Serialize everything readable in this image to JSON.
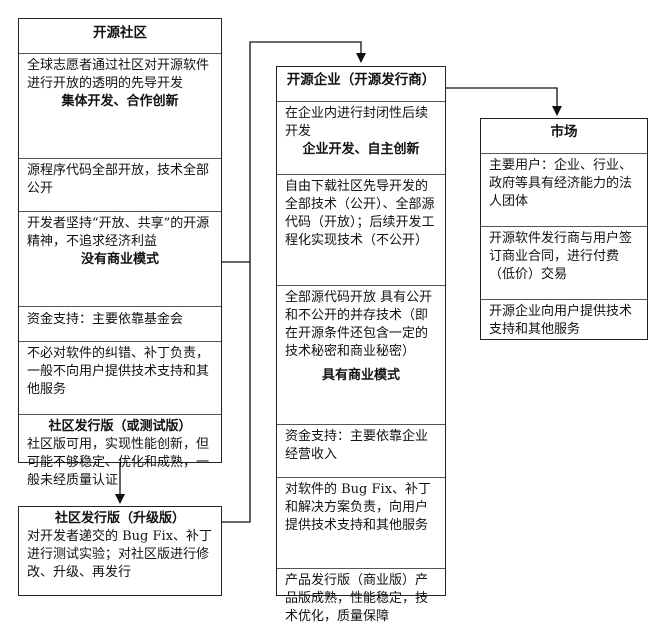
{
  "community": {
    "title": "开源社区",
    "intro": "全球志愿者通过社区对开源软件进行开放的透明的先导开发",
    "mode": "集体开发、合作创新",
    "code": "源程序代码全部开放，技术全部公开",
    "spirit": "开发者坚持“开放、共享”的开源精神，不追求经济利益",
    "business": "没有商业模式",
    "funding": "资金支持：主要依靠基金会",
    "support": "不必对软件的纠错、补丁负责，一般不向用户提供技术支持和其他服务",
    "release_title": "社区发行版（或测试版）",
    "release_desc": "社区版可用，实现性能创新，但可能不够稳定、优化和成熟，一般未经质量认证"
  },
  "upgrade": {
    "title": "社区发行版（升级版）",
    "desc": "对开发者递交的 Bug Fix、补丁进行测试实验；对社区版进行修改、升级、再发行"
  },
  "enterprise": {
    "title": "开源企业（开源发行商）",
    "intro": "在企业内进行封闭性后续开发",
    "mode": "企业开发、自主创新",
    "download": "自由下载社区先导开发的全部技术（公开）、全部源代码（开放）；后续开发工程化实现技术（不公开）",
    "code": "全部源代码开放 具有公开和不公开的并存技术（即在开源条件还包含一定的技术秘密和商业秘密）",
    "business": "具有商业模式",
    "funding": "资金支持：主要依靠企业经营收入",
    "support": "对软件的 Bug Fix、补丁和解决方案负责，向用户提供技术支持和其他服务",
    "release": "产品发行版（商业版）产品版成熟，性能稳定，技术优化，质量保障"
  },
  "market": {
    "title": "市场",
    "users": "主要用户：企业、行业、政府等具有经济能力的法人团体",
    "contract": "开源软件发行商与用户签订商业合同，进行付费（低价）交易",
    "service": "开源企业向用户提供技术支持和其他服务"
  }
}
